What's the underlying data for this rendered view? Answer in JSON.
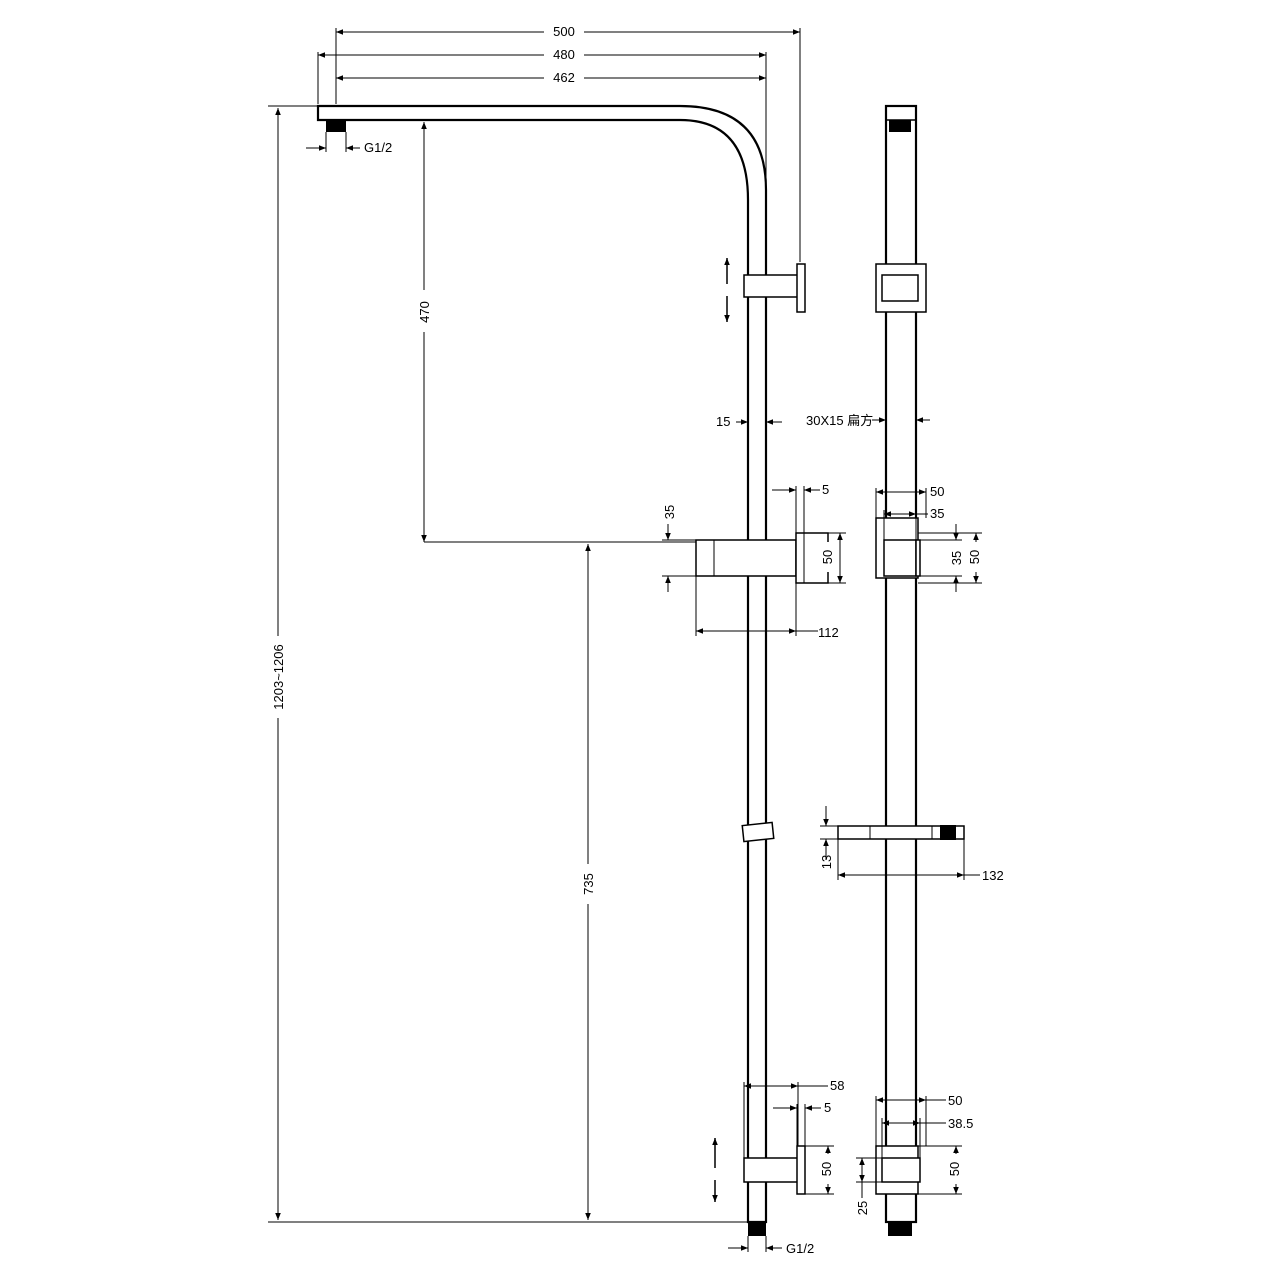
{
  "dimensions": {
    "d500": "500",
    "d480": "480",
    "d462": "462",
    "g12_top": "G1/2",
    "g12_bottom": "G1/2",
    "d470": "470",
    "d15": "15",
    "d30x15": "30X15 扁方",
    "d5_upper": "5",
    "d35_left": "35",
    "d50_left": "50",
    "d112": "112",
    "d1203": "1203~1206",
    "d735": "735",
    "side_50_upper": "50",
    "side_35_upper": "35",
    "side_35_vert": "35",
    "side_50_vert": "50",
    "d13": "13",
    "d132": "132",
    "d58": "58",
    "d5_lower": "5",
    "d50_lower_left": "50",
    "side_50_lower": "50",
    "side_38_5": "38.5",
    "side_50_lower_vert": "50",
    "d25": "25"
  },
  "colors": {
    "line": "#000000",
    "background": "#ffffff"
  }
}
